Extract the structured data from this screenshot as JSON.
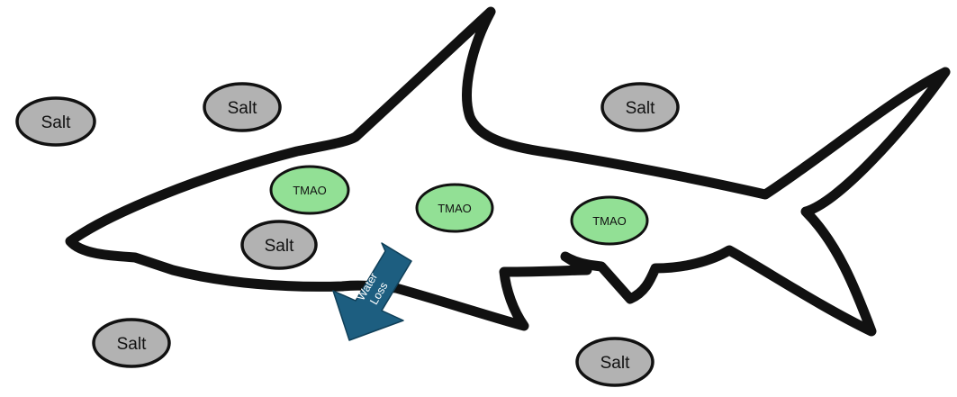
{
  "diagram": {
    "salt_label": "Salt",
    "tmao_label": "TMAO",
    "arrow_label_line1": "Water",
    "arrow_label_line2": "Loss",
    "colors": {
      "salt_fill": "#b2b2b2",
      "tmao_fill": "#92e095",
      "arrow_fill": "#1d5e80",
      "outline": "#111111"
    }
  }
}
